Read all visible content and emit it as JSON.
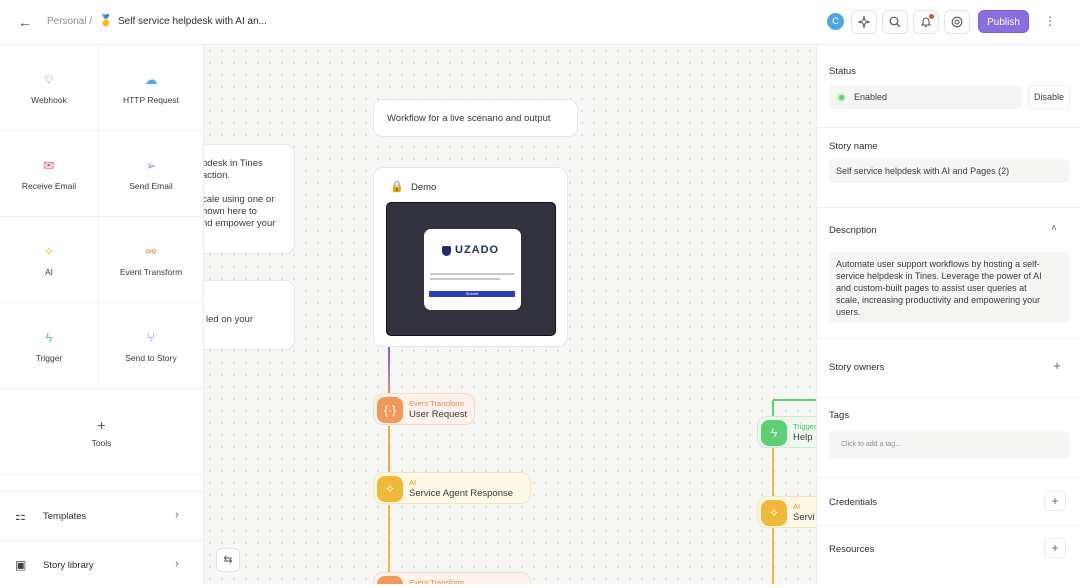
{
  "header": {
    "breadcrumb": "Personal /",
    "story_icon": "🥇",
    "title": "Self service helpdesk with AI an...",
    "avatar_letter": "C",
    "publish_label": "Publish"
  },
  "canvas": {
    "note_top": "Workflow for a live scenario and output",
    "note_left1_lines": [
      "pdesk in Tines",
      "action.",
      "",
      "cale using one or",
      "hown here to",
      "nd empower your"
    ],
    "note_left2_lines": [
      "led on your"
    ],
    "demo_label": "Demo",
    "preview_logo": "UZADO",
    "preview_submit": "Submit",
    "nodes": [
      {
        "type": "Event Transform",
        "name": "User Request",
        "color": "#f0995a"
      },
      {
        "type": "AI",
        "name": "Service Agent Response",
        "color": "#f0b93a"
      },
      {
        "type": "Event Transform",
        "name": "",
        "color": "#f0995a"
      },
      {
        "type": "Trigger",
        "name": "Help",
        "color": "#5fcf74"
      },
      {
        "type": "AI",
        "name": "Servi",
        "color": "#f0b93a"
      }
    ]
  },
  "left_panel": {
    "tiles": [
      {
        "label": "Webhook",
        "icon": "webhook-icon"
      },
      {
        "label": "HTTP Request",
        "icon": "cloud-icon"
      },
      {
        "label": "Receive Email",
        "icon": "mail-icon"
      },
      {
        "label": "Send Email",
        "icon": "send-icon"
      },
      {
        "label": "AI",
        "icon": "sparkle-icon"
      },
      {
        "label": "Event Transform",
        "icon": "transform-icon"
      },
      {
        "label": "Trigger",
        "icon": "bolt-icon"
      },
      {
        "label": "Send to Story",
        "icon": "branch-icon"
      }
    ],
    "tools_label": "Tools",
    "templates_label": "Templates",
    "story_library_label": "Story library"
  },
  "right_panel": {
    "status_label": "Status",
    "status_value": "Enabled",
    "disable_label": "Disable",
    "story_name_label": "Story name",
    "story_name_value": "Self service helpdesk with AI and Pages (2)",
    "description_label": "Description",
    "description_lines": [
      "Automate user support workflows by hosting a self-",
      "service helpdesk in Tines. Leverage the power of AI",
      "and custom-built pages to assist user queries at",
      "scale, increasing productivity and empowering your",
      "users."
    ],
    "story_owners_label": "Story owners",
    "tags_label": "Tags",
    "tags_placeholder": "Click to add a tag...",
    "credentials_label": "Credentials",
    "resources_label": "Resources"
  },
  "colors": {
    "accent": "#8a6ee0",
    "transform": "#f0995a",
    "ai": "#f0b93a",
    "trigger": "#5fcf74",
    "enabled": "#5fcf74"
  }
}
